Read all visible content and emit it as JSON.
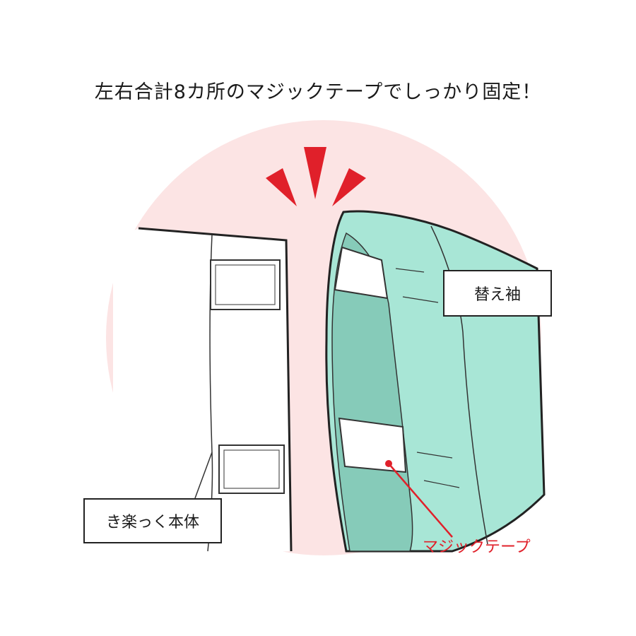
{
  "headline": "左右合計8カ所のマジックテープでしっかり固定！",
  "labels": {
    "sleeve": "替え袖",
    "body": "き楽っく本体",
    "tape": "マジックテープ"
  },
  "colors": {
    "circle_bg": "#fce4e4",
    "sleeve_fill": "#a8e6d6",
    "sleeve_inner": "#86cbb9",
    "accent_red": "#e0202a",
    "outline": "#222222"
  }
}
